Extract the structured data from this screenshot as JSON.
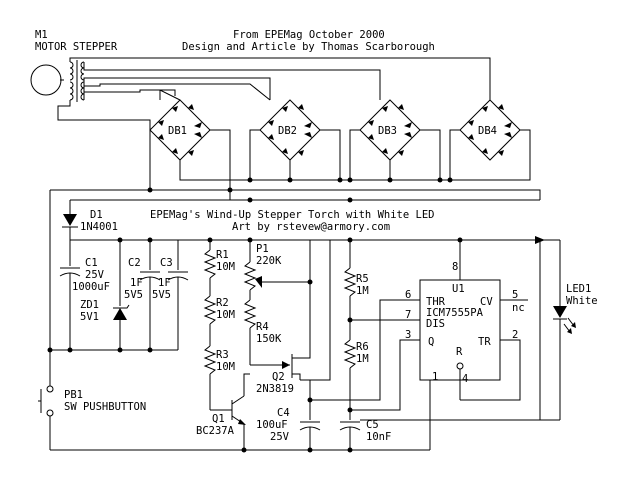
{
  "header": {
    "line1": "From EPEMag October 2000",
    "line2": "Design and Article by Thomas Scarborough"
  },
  "subtitle": {
    "line1": "EPEMag's Wind-Up Stepper Torch with White LED",
    "line2": "Art by rstevew@armory.com"
  },
  "motor": {
    "ref": "M1",
    "name": "MOTOR STEPPER"
  },
  "bridges": [
    "DB1",
    "DB2",
    "DB3",
    "DB4"
  ],
  "d1": {
    "ref": "D1",
    "part": "1N4001"
  },
  "c1": {
    "ref": "C1",
    "value1": "25V",
    "value2": "1000uF"
  },
  "c2": {
    "ref": "C2",
    "value1": "1F",
    "value2": "5V5"
  },
  "c3": {
    "ref": "C3",
    "value1": "1F",
    "value2": "5V5"
  },
  "zd1": {
    "ref": "ZD1",
    "value": "5V1"
  },
  "pb1": {
    "ref": "PB1",
    "name": "SW PUSHBUTTON"
  },
  "r1": {
    "ref": "R1",
    "value": "10M"
  },
  "r2": {
    "ref": "R2",
    "value": "10M"
  },
  "r3": {
    "ref": "R3",
    "value": "10M"
  },
  "q1": {
    "ref": "Q1",
    "part": "BC237A"
  },
  "p1": {
    "ref": "P1",
    "value": "220K"
  },
  "r4": {
    "ref": "R4",
    "value": "150K"
  },
  "q2": {
    "ref": "Q2",
    "part": "2N3819"
  },
  "c4": {
    "ref": "C4",
    "value1": "100uF",
    "value2": "25V"
  },
  "r5": {
    "ref": "R5",
    "value": "1M"
  },
  "r6": {
    "ref": "R6",
    "value": "1M"
  },
  "c5": {
    "ref": "C5",
    "value": "10nF"
  },
  "u1": {
    "ref": "U1",
    "part": "ICM7555PA",
    "thr": "THR",
    "dis": "DIS",
    "cv": "CV",
    "q": "Q",
    "r": "R",
    "tr": "TR",
    "nc": "nc",
    "pins": {
      "p8": "8",
      "p6": "6",
      "p7": "7",
      "p3": "3",
      "p5": "5",
      "p2": "2",
      "p4": "4",
      "p1": "1"
    }
  },
  "led1": {
    "ref": "LED1",
    "name": "White"
  }
}
